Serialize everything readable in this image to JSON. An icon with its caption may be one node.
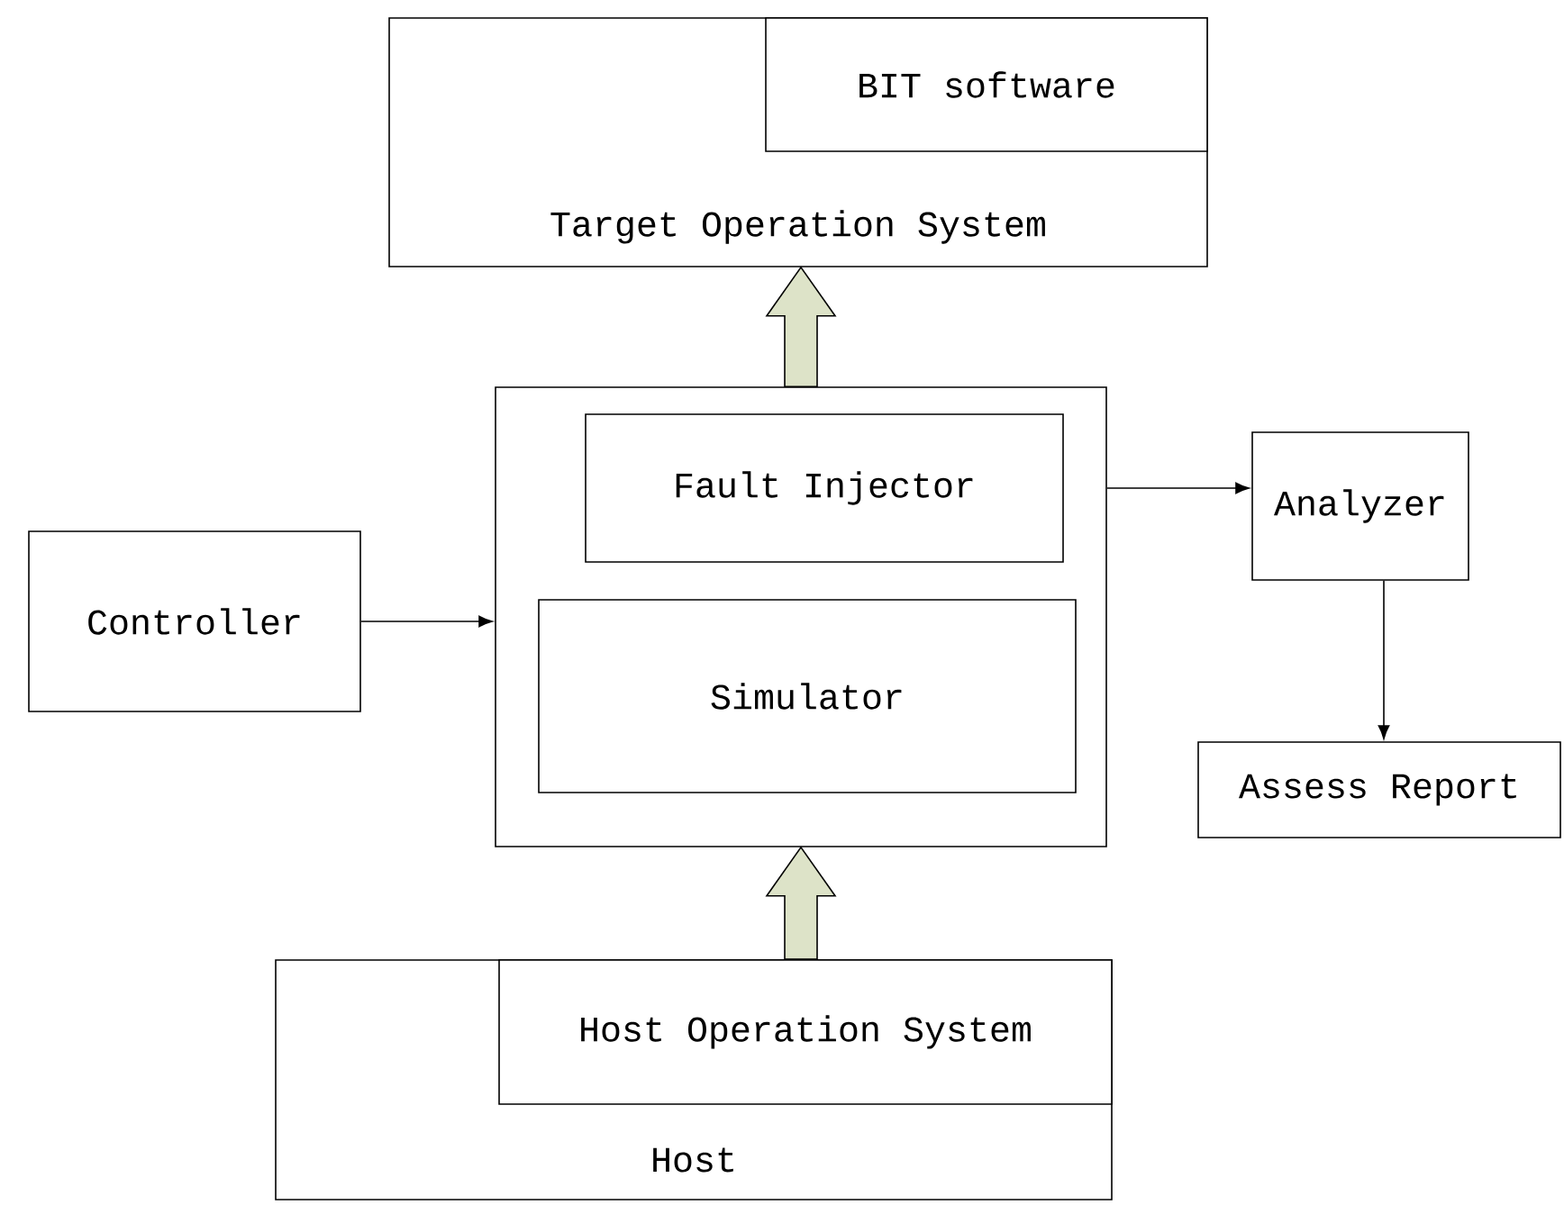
{
  "diagram": {
    "nodes": [
      {
        "text": [
          "Target Operation System"
        ]
      },
      {
        "text": [
          "BIT software"
        ],
        "in": 0
      },
      {
        "text": [],
        "shape": "box"
      },
      {
        "text": [
          "Fault Injector"
        ],
        "in": 2
      },
      {
        "text": [
          "Simulator"
        ],
        "in": 2
      },
      {
        "text": [
          "Controller"
        ]
      },
      {
        "text": [
          "Analyzer"
        ]
      },
      {
        "text": [
          "Assess Report"
        ]
      },
      {
        "text": [
          "Host"
        ]
      },
      {
        "text": [
          "Host Operation System"
        ],
        "in": 8
      }
    ],
    "edges": [
      {
        "from": 2,
        "to": 0,
        "arrow": "to",
        "style": "thick",
        "color": "#dde3c8"
      },
      {
        "from": 5,
        "to": 2,
        "arrow": "to"
      },
      {
        "from": 2,
        "to": 6,
        "arrow": "to"
      },
      {
        "from": 6,
        "to": 7,
        "arrow": "to"
      },
      {
        "from": 9,
        "to": 2,
        "arrow": "to",
        "style": "thick",
        "color": "#dde3c8"
      }
    ]
  }
}
